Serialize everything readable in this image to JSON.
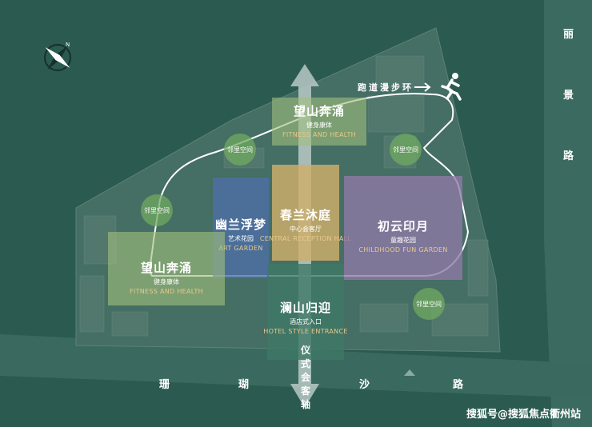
{
  "zones": {
    "north": {
      "name": "望山奔涌",
      "sub": "健身康体",
      "en": "FITNESS AND HEALTH"
    },
    "west": {
      "name": "望山奔涌",
      "sub": "健身康体",
      "en": "FITNESS AND HEALTH"
    },
    "art": {
      "name": "幽兰浮梦",
      "sub": "艺术花园",
      "en": "ART GARDEN"
    },
    "central": {
      "name": "春兰沐庭",
      "sub": "中心会客厅",
      "en": "CENTRAL RECEPTION HALL"
    },
    "childhood": {
      "name": "初云印月",
      "sub": "童趣花园",
      "en": "CHILDHOOD FUN GARDEN"
    },
    "entrance": {
      "name": "澜山归迎",
      "sub": "酒店式入口",
      "en": "HOTEL STYLE ENTRANCE"
    }
  },
  "neighbor_spaces": [
    "邻里空间",
    "邻里空间",
    "邻里空间",
    "邻里空间"
  ],
  "running_loop": "跑道漫步环",
  "ceremony_axis": [
    "仪",
    "式",
    "会",
    "客",
    "轴"
  ],
  "roads": {
    "south": [
      "珊",
      "瑚",
      "沙",
      "路"
    ],
    "east": [
      "丽",
      "景",
      "路"
    ]
  },
  "watermark": "搜狐号@搜狐焦点衢州站",
  "colors": {
    "background": "#2b5a50",
    "fitness": "#9dbc7a",
    "art": "#4d6fa8",
    "central": "#cfae6a",
    "childhood": "#8f7aa6",
    "entrance": "#3f7865",
    "neighbor": "#70aa60",
    "axis_arrow": "#b9c9c5"
  },
  "icons": [
    "compass-icon",
    "runner-icon"
  ]
}
